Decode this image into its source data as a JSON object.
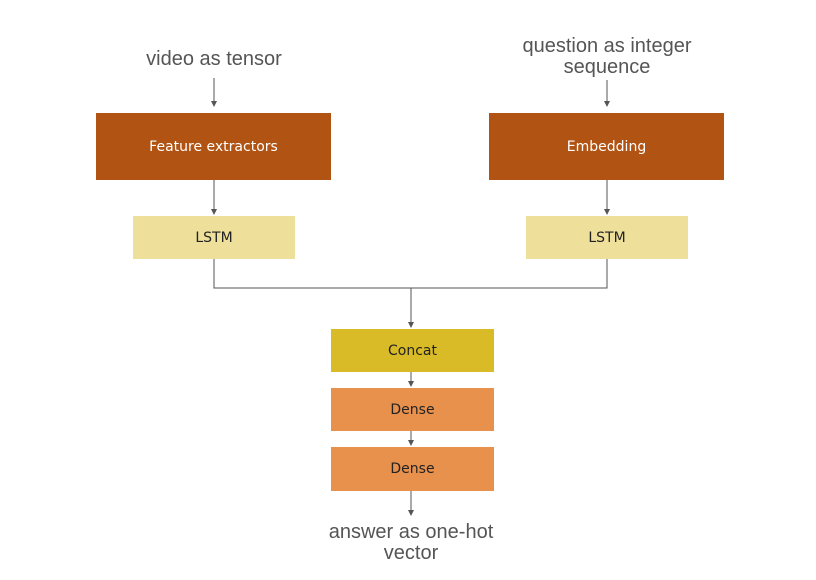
{
  "inputs": {
    "video_label": "video as tensor",
    "question_label_line1": "question as integer",
    "question_label_line2": "sequence"
  },
  "left_branch": {
    "extractor_label": "Feature extractors",
    "lstm_label": "LSTM"
  },
  "right_branch": {
    "embedding_label": "Embedding",
    "lstm_label": "LSTM"
  },
  "merge": {
    "concat_label": "Concat",
    "dense1_label": "Dense",
    "dense2_label": "Dense"
  },
  "output": {
    "line1": "answer as one-hot",
    "line2": "vector"
  },
  "colors": {
    "dark_box": "#b05313",
    "light_box": "#eedf9a",
    "concat_box": "#d8bb26",
    "dense_box": "#e8914d",
    "line": "#555555"
  }
}
